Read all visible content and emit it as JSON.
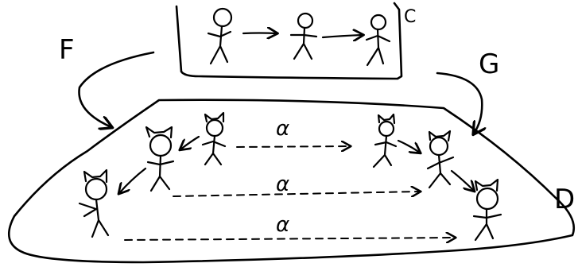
{
  "category_C": {
    "label": "C"
  },
  "category_D": {
    "label": "D"
  },
  "functors": {
    "F": "F",
    "G": "G"
  },
  "natural_transformation": {
    "symbol": "α"
  }
}
